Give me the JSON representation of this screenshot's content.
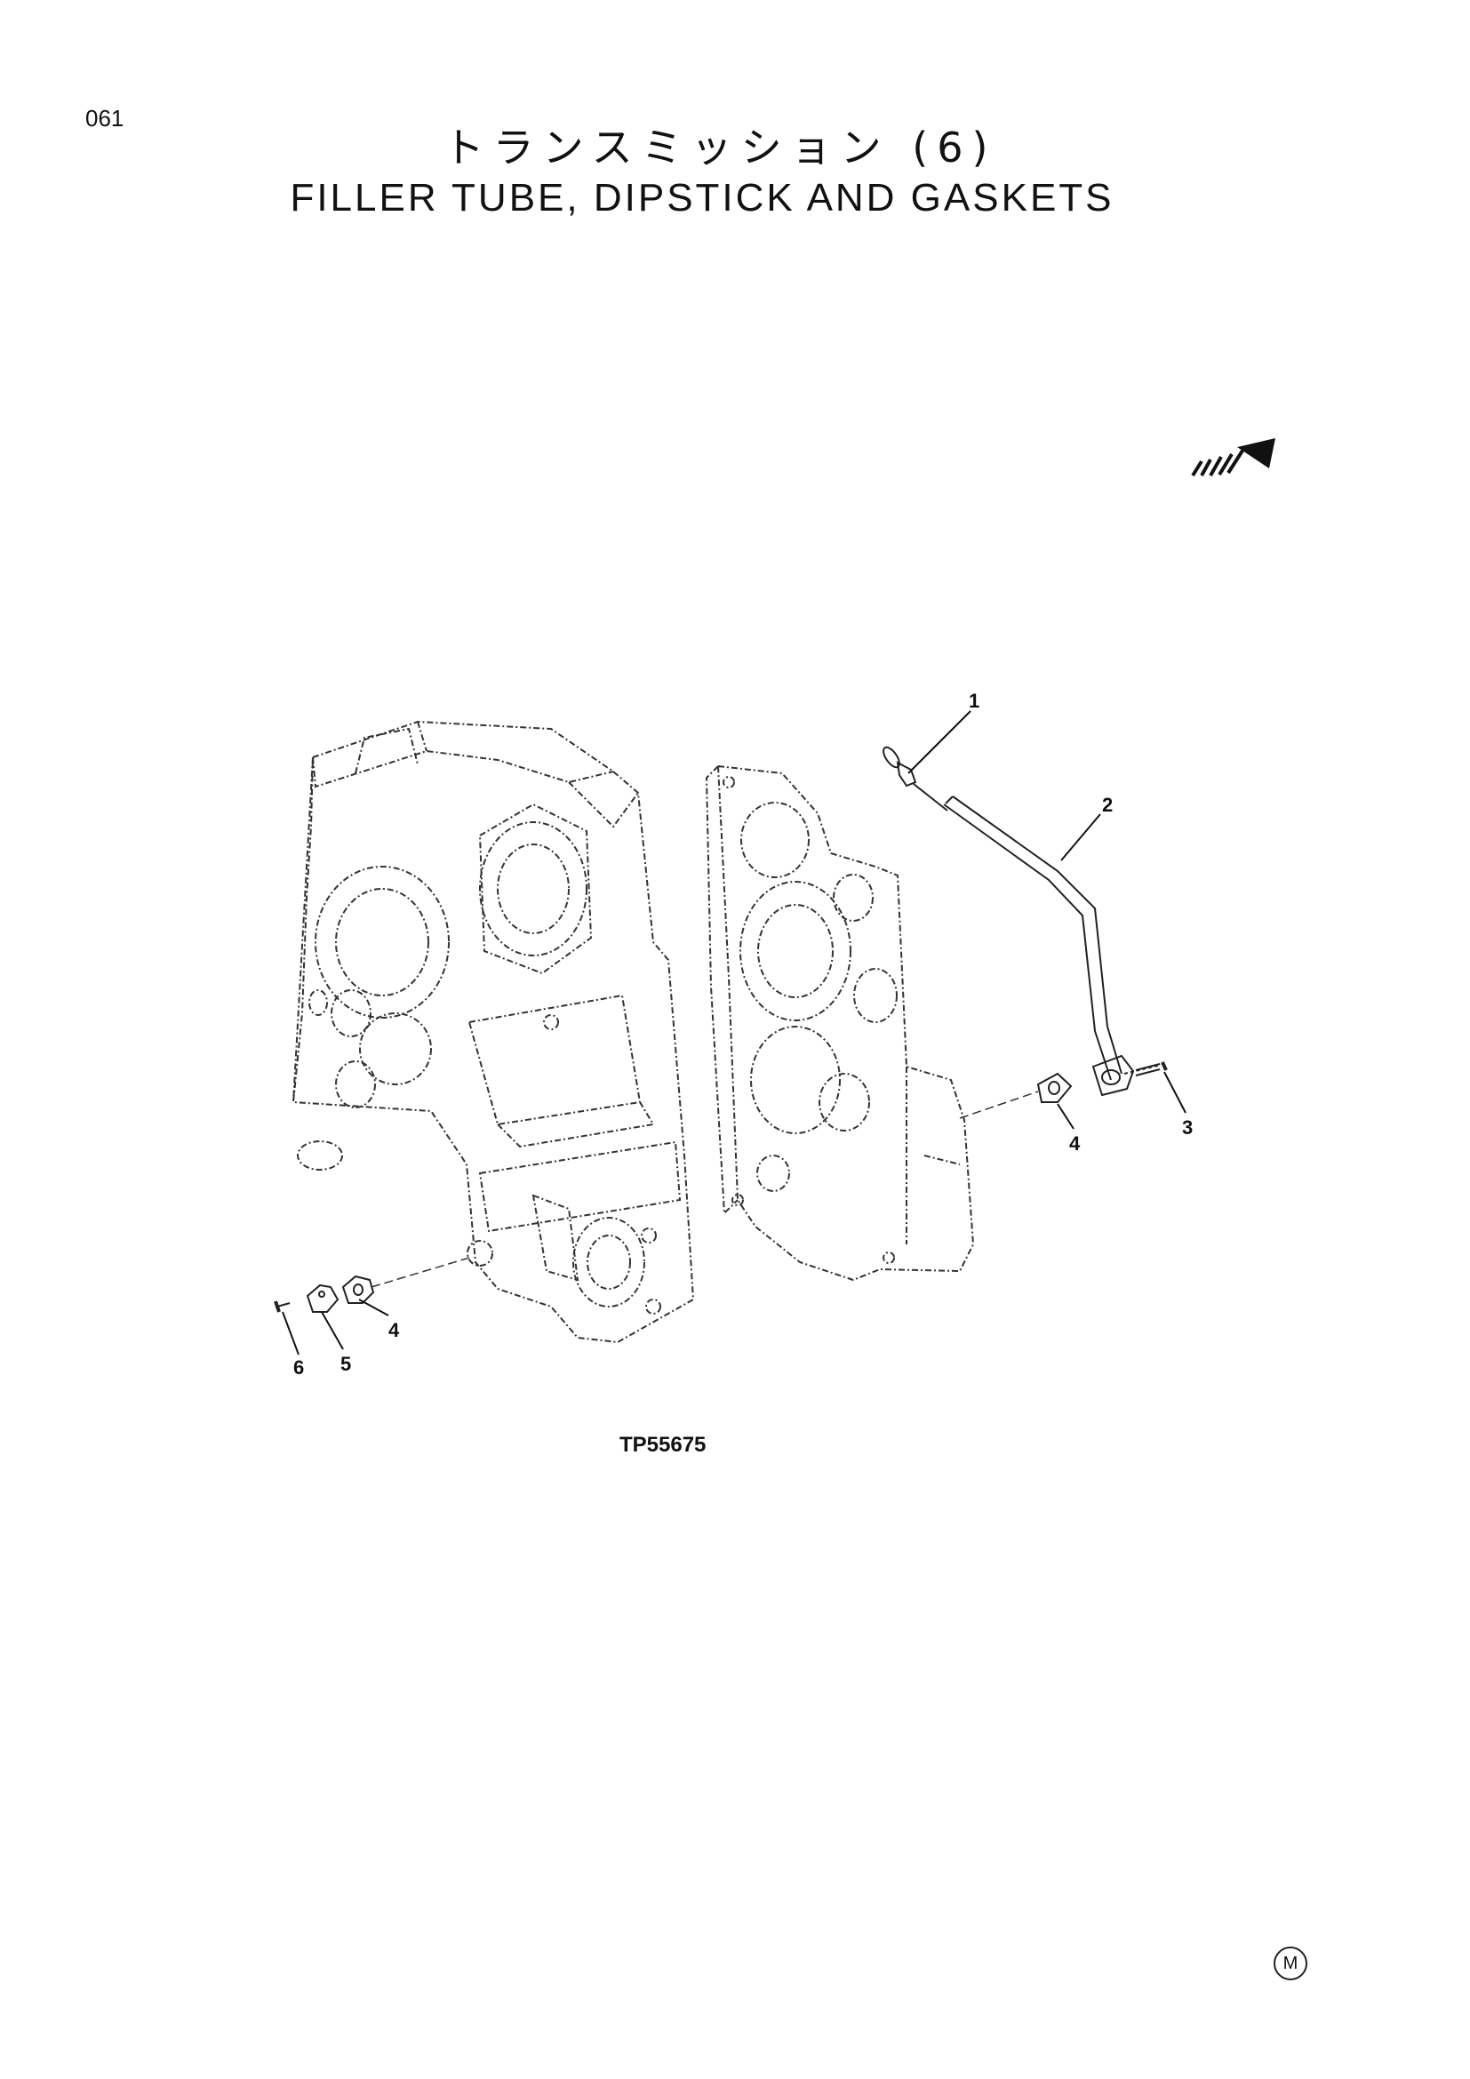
{
  "page": {
    "number": "061"
  },
  "title": {
    "japanese": "トランスミッション (6)",
    "english": "FILLER TUBE, DIPSTICK AND GASKETS"
  },
  "callouts": [
    "1",
    "2",
    "3",
    "4",
    "4",
    "5",
    "6"
  ],
  "figure_ref": "TP55675",
  "corner_mark": "M",
  "icons": {
    "orientation_arrow": "front-direction-arrow-icon"
  }
}
